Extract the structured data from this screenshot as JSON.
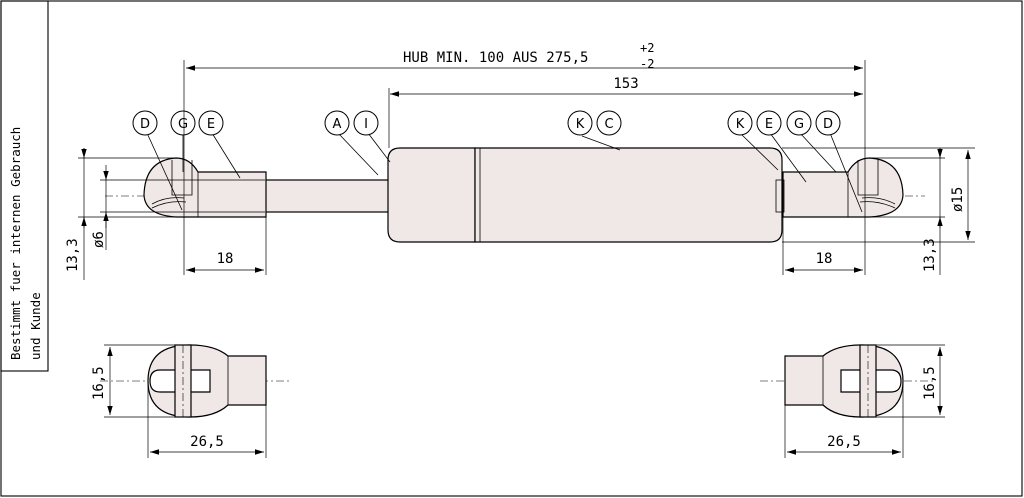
{
  "note": {
    "line1": "Bestimmt fuer internen Gebrauch",
    "line2": "und Kunde"
  },
  "dimensions": {
    "stroke_main": "HUB MIN. 100 AUS 275,5",
    "tol_plus": "+2",
    "tol_minus": "-2",
    "body_length": "153",
    "left_eye_length": "18",
    "right_eye_length": "18",
    "left_height": "13,3",
    "right_height": "13,3",
    "rod_dia": "ø6",
    "body_dia": "ø15",
    "left_end_height": "16,5",
    "right_end_height": "16,5",
    "left_end_width": "26,5",
    "right_end_width": "26,5"
  },
  "labels": {
    "left": [
      "D",
      "G",
      "E"
    ],
    "rod": [
      "A",
      "I"
    ],
    "body": [
      "K",
      "C"
    ],
    "right": [
      "K",
      "E",
      "G",
      "D"
    ]
  }
}
